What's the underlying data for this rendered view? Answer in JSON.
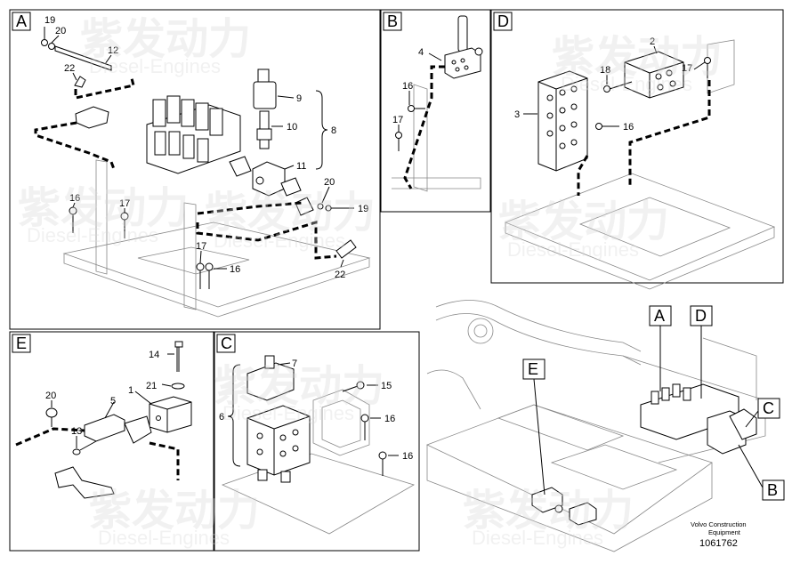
{
  "watermark": {
    "brand": "紫发动力",
    "subtitle": "Diesel-Engines"
  },
  "panels": {
    "A": {
      "label": "A",
      "callouts": [
        "19",
        "20",
        "12",
        "22",
        "9",
        "10",
        "8",
        "11",
        "16",
        "17",
        "20",
        "19",
        "17",
        "16",
        "22"
      ]
    },
    "B": {
      "label": "B",
      "callouts": [
        "4",
        "16",
        "17"
      ]
    },
    "C": {
      "label": "C",
      "callouts": [
        "7",
        "6",
        "15",
        "16",
        "16"
      ]
    },
    "D": {
      "label": "D",
      "callouts": [
        "2",
        "18",
        "17",
        "3",
        "16"
      ]
    },
    "E": {
      "label": "E",
      "callouts": [
        "14",
        "1",
        "21",
        "20",
        "5",
        "13"
      ]
    }
  },
  "overview_flags": [
    "A",
    "D",
    "C",
    "E",
    "B"
  ],
  "footer": {
    "company": "Volvo Construction",
    "company2": "Equipment",
    "doc_number": "1061762"
  }
}
